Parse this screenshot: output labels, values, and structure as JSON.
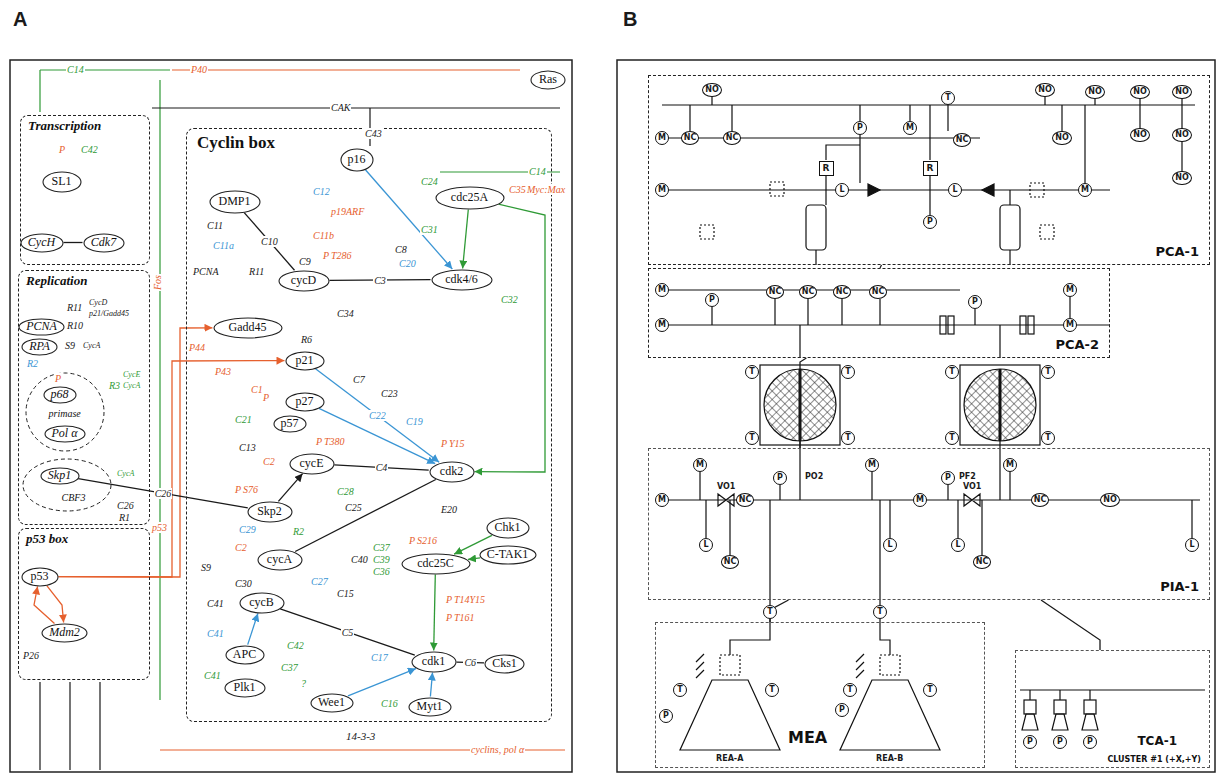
{
  "diagram": {
    "nodes": [
      {
        "text": [
          "Transcription"
        ]
      },
      {
        "text": [
          "SL1"
        ],
        "in": 0
      },
      {
        "text": [
          "CycH"
        ],
        "in": 0
      },
      {
        "text": [
          "Cdk7"
        ],
        "in": 0
      },
      {
        "text": [
          "Replication"
        ]
      },
      {
        "text": [
          "PCNA"
        ],
        "in": 4
      },
      {
        "text": [
          "RPA"
        ],
        "in": 4
      },
      {
        "text": [
          "primase"
        ],
        "in": 4
      },
      {
        "text": [
          "p68"
        ],
        "in": 7
      },
      {
        "text": [
          "Pol α"
        ],
        "in": 7
      },
      {
        "text": [
          "CBF3"
        ],
        "in": 4
      },
      {
        "text": [
          "Skp1"
        ],
        "in": 10
      },
      {
        "text": [
          "p53 box"
        ]
      },
      {
        "text": [
          "p53"
        ],
        "in": 12
      },
      {
        "text": [
          "Mdm2"
        ],
        "in": 12
      },
      {
        "text": [
          "Cyclin box"
        ]
      },
      {
        "text": [
          "p16"
        ],
        "in": 15
      },
      {
        "text": [
          "DMP1"
        ],
        "in": 15
      },
      {
        "text": [
          "cdc25A"
        ],
        "in": 15
      },
      {
        "text": [
          "cycD"
        ],
        "in": 15
      },
      {
        "text": [
          "cdk4/6"
        ],
        "in": 15
      },
      {
        "text": [
          "Gadd45"
        ],
        "in": 15
      },
      {
        "text": [
          "p21"
        ],
        "in": 15
      },
      {
        "text": [
          "p27"
        ],
        "in": 15
      },
      {
        "text": [
          "p57"
        ],
        "in": 15
      },
      {
        "text": [
          "cycE"
        ],
        "in": 15
      },
      {
        "text": [
          "cdk2"
        ],
        "in": 15
      },
      {
        "text": [
          "Skp2"
        ],
        "in": 15
      },
      {
        "text": [
          "cycA"
        ],
        "in": 15
      },
      {
        "text": [
          "Chk1"
        ],
        "in": 15
      },
      {
        "text": [
          "C-TAK1"
        ],
        "in": 15
      },
      {
        "text": [
          "cdc25C"
        ],
        "in": 15
      },
      {
        "text": [
          "cycB"
        ],
        "in": 15
      },
      {
        "text": [
          "APC"
        ],
        "in": 15
      },
      {
        "text": [
          "cdk1"
        ],
        "in": 15
      },
      {
        "text": [
          "Cks1"
        ],
        "in": 15
      },
      {
        "text": [
          "Plk1"
        ],
        "in": 15
      },
      {
        "text": [
          "Wee1"
        ],
        "in": 15
      },
      {
        "text": [
          "Myt1"
        ],
        "in": 15
      },
      {
        "text": [
          "Ras"
        ]
      },
      {
        "text": [
          "PCA-1"
        ]
      },
      {
        "text": [
          "PCA-2"
        ]
      },
      {
        "text": [
          "PIA-1"
        ]
      },
      {
        "text": [
          "MEA"
        ]
      },
      {
        "text": [
          "TCA-1",
          "CLUSTER #1 (+X,+Y)"
        ]
      }
    ],
    "edges": [
      {
        "from": 19,
        "to": 20,
        "arrow": "none",
        "label": "C3"
      },
      {
        "from": 16,
        "to": 20,
        "arrow": "to"
      },
      {
        "from": 18,
        "to": 20,
        "arrow": "to"
      },
      {
        "from": 25,
        "to": 26,
        "arrow": "none",
        "label": "C4"
      },
      {
        "from": 28,
        "to": 26,
        "arrow": "none"
      },
      {
        "from": 32,
        "to": 34,
        "arrow": "none",
        "label": "C5"
      },
      {
        "from": 35,
        "to": 34,
        "arrow": "none",
        "label": "C6"
      },
      {
        "from": 31,
        "to": 34,
        "arrow": "to"
      },
      {
        "from": 37,
        "to": 34,
        "arrow": "to"
      },
      {
        "from": 38,
        "to": 34,
        "arrow": "to"
      },
      {
        "from": 29,
        "to": 31,
        "arrow": "to"
      },
      {
        "from": 30,
        "to": 31,
        "arrow": "to"
      },
      {
        "from": 33,
        "to": 32,
        "arrow": "to"
      },
      {
        "from": 22,
        "to": 26,
        "arrow": "to",
        "label": "C22"
      },
      {
        "from": 23,
        "to": 26,
        "arrow": "to"
      },
      {
        "from": 13,
        "to": 14,
        "arrow": "to"
      },
      {
        "from": 14,
        "to": 13,
        "arrow": "to"
      },
      {
        "from": 3,
        "to": 2,
        "arrow": "none"
      },
      {
        "from": 27,
        "to": 25,
        "arrow": "to"
      },
      {
        "from": 17,
        "to": 19,
        "arrow": "none",
        "label": "C10"
      },
      {
        "from": 18,
        "to": 26,
        "arrow": "to"
      },
      {
        "from": 13,
        "to": 22,
        "arrow": "to"
      },
      {
        "from": 13,
        "to": 21,
        "arrow": "to"
      },
      {
        "from": 11,
        "to": 27,
        "arrow": "none",
        "label": "C26"
      },
      {
        "from": 40,
        "to": 41,
        "arrow": "none"
      },
      {
        "from": 41,
        "to": 42,
        "arrow": "none"
      },
      {
        "from": 42,
        "to": 43,
        "arrow": "none"
      },
      {
        "from": 42,
        "to": 44,
        "arrow": "none"
      }
    ],
    "labels": [
      "A",
      "B",
      "C14",
      "P40",
      "P",
      "C42",
      "CAK",
      "C43",
      "C12",
      "p19ARF",
      "C11",
      "C11a",
      "C11b",
      "P",
      "T286",
      "C9",
      "R11",
      "PCNA",
      "C14",
      "C24",
      "C35",
      "Myc:Max",
      "C31",
      "C8",
      "C20",
      "C34",
      "R6",
      "P44",
      "P43",
      "C7",
      "C1",
      "C21",
      "P",
      "C23",
      "R11",
      "CycD",
      "p21/Gadd45",
      "R10",
      "S9",
      "CycA",
      "R2",
      "R3",
      "CycE",
      "CycA",
      "P",
      "CycA",
      "C26",
      "R1",
      "Fos",
      "p53",
      "C32",
      "C13",
      "C2",
      "P",
      "T380",
      "C19",
      "P",
      "Y15",
      "P",
      "S76",
      "C28",
      "C25",
      "C29",
      "R2",
      "C27",
      "E20",
      "S9",
      "C2",
      "C30",
      "C15",
      "C41",
      "C37",
      "C39",
      "C36",
      "C40",
      "P",
      "S216",
      "C42",
      "C41",
      "C41",
      "C37",
      "?",
      "C17",
      "P",
      "T14Y15",
      "P",
      "T161",
      "C16",
      "P26",
      "14-3-3",
      "cyclins, pol α",
      "NO",
      "NC",
      "NC",
      "M",
      "P",
      "M",
      "T",
      "NC",
      "NO",
      "NO",
      "NO",
      "NO",
      "NO",
      "NO",
      "NO",
      "NO",
      "R",
      "R",
      "L",
      "L",
      "M",
      "M",
      "P",
      "M",
      "M",
      "P",
      "NC",
      "NC",
      "NC",
      "NC",
      "P",
      "M",
      "M",
      "T",
      "T",
      "T",
      "T",
      "T",
      "T",
      "T",
      "T",
      "M",
      "P",
      "PO2",
      "M",
      "P",
      "PF2",
      "M",
      "M",
      "VO1",
      "NC",
      "M",
      "VO1",
      "NC",
      "NO",
      "L",
      "NC",
      "L",
      "L",
      "NC",
      "L",
      "T",
      "T",
      "T",
      "T",
      "T",
      "T",
      "P",
      "P",
      "REA-A",
      "REA-B",
      "P",
      "P",
      "P"
    ]
  }
}
